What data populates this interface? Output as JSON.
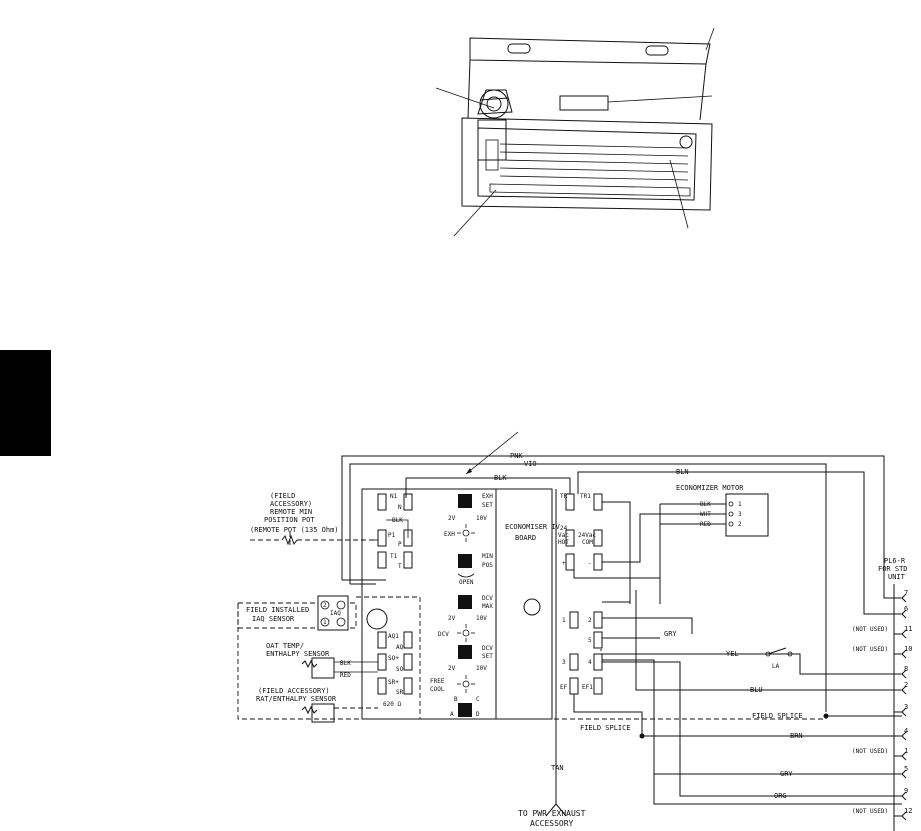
{
  "colors": {
    "ink": "#111111",
    "tab": "#000000"
  },
  "wires": {
    "pnk": "PNK",
    "vio": "VIO",
    "blk_top": "BLK",
    "bln": "BLN",
    "gry_mid": "GRY",
    "yel": "YEL",
    "blu": "BLU",
    "brn": "BRN",
    "gry_low": "GRY",
    "org": "ORG",
    "tan": "TAN",
    "la": "LA"
  },
  "remote_pot": {
    "line1": "(FIELD",
    "line2": "ACCESSORY)",
    "line3": "REMOTE MIN",
    "line4": "POSITION POT",
    "line5": "(REMOTE POT (135 Ohm)",
    "bl_k": "BLK"
  },
  "iaq_sensor": {
    "line1": "FIELD INSTALLED",
    "line2": "IAQ SENSOR",
    "iaq": "IAQ",
    "pin1": "2",
    "pin2": "1"
  },
  "oat_sensor": {
    "line1": "OAT TEMP/",
    "line2": "ENTHALPY SENSOR",
    "blk": "BLK",
    "red": "RED"
  },
  "rat_sensor": {
    "line1": "(FIELD ACCESSORY)",
    "line2": "RAT/ENTHALPY SENSOR",
    "ohm": "620 Ω"
  },
  "board": {
    "title1": "ECONOMISER IV",
    "title2": "BOARD",
    "exh_set": "EXH\nSET",
    "exh": "EXH",
    "min_pos": "MIN\nPOS",
    "open": "OPEN",
    "dcv_max": "DCV\nMAX",
    "dcv": "DCV",
    "dcv_set": "DCV\nSET",
    "free_cool": "FREE\nCOOL",
    "v2": "2V",
    "v10": "10V",
    "a": "A",
    "b": "B",
    "c": "C",
    "d": "D",
    "terms_left": [
      "N1",
      "N",
      "P1",
      "P",
      "T1",
      "T",
      "AQ1",
      "AQ",
      "SO+",
      "SO",
      "SR+",
      "SR"
    ],
    "terms_right": [
      "TR",
      "TR1",
      "24 Vac HOT",
      "24 Vac COM",
      "+",
      "-",
      "1",
      "2",
      "5",
      "3",
      "4",
      "EF",
      "EF1"
    ]
  },
  "motor": {
    "title": "ECONOMIZER MOTOR",
    "blk": "BLK",
    "wht": "WHT",
    "red": "RED",
    "p1": "1",
    "p3": "3",
    "p2": "2"
  },
  "plug": {
    "title1": "PL6-R",
    "title2": "FOR STD",
    "title3": "UNIT",
    "pins": [
      {
        "num": "7",
        "note": ""
      },
      {
        "num": "6",
        "note": ""
      },
      {
        "num": "11",
        "note": "(NOT USED)"
      },
      {
        "num": "10",
        "note": "(NOT USED)"
      },
      {
        "num": "8",
        "note": ""
      },
      {
        "num": "2",
        "note": ""
      },
      {
        "num": "3",
        "note": ""
      },
      {
        "num": "4",
        "note": ""
      },
      {
        "num": "1",
        "note": "(NOT USED)"
      },
      {
        "num": "5",
        "note": ""
      },
      {
        "num": "9",
        "note": ""
      },
      {
        "num": "12",
        "note": "(NOT USED)"
      }
    ]
  },
  "field_splice": {
    "label_a": "FIELD SPLICE",
    "label_b": "FIELD SPLICE"
  },
  "power_exhaust": {
    "line1": "TO PWR EXHAUST",
    "line2": "ACCESSORY"
  }
}
